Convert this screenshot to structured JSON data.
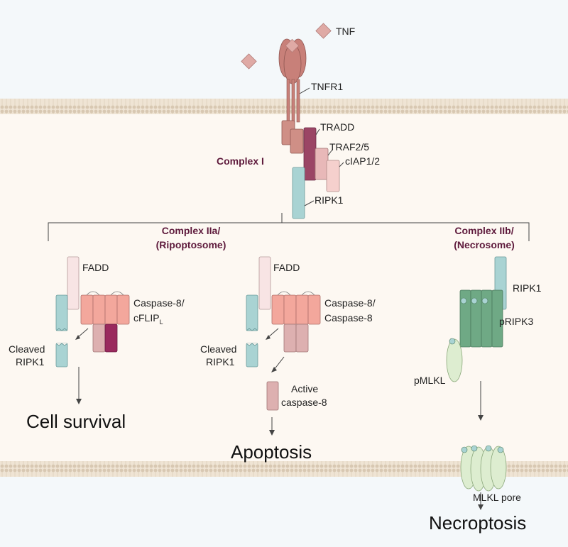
{
  "ligand": "TNF",
  "receptor": "TNFR1",
  "complex1": {
    "title": "Complex I",
    "components": [
      "TRADD",
      "TRAF2/5",
      "cIAP1/2",
      "RIPK1"
    ]
  },
  "complex2a_title": [
    "Complex IIa/",
    "(Ripoptosome)"
  ],
  "complex2b_title": [
    "Complex IIb/",
    "(Necrosome)"
  ],
  "survival_branch": {
    "fadd": "FADD",
    "caspase_label_1": "Caspase-8/",
    "caspase_label_2": "cFLIP",
    "caspase_label_sub": "L",
    "cleaved_1": "Cleaved",
    "cleaved_2": "RIPK1",
    "outcome": "Cell survival"
  },
  "apoptosis_branch": {
    "fadd": "FADD",
    "caspase_label_1": "Caspase-8/",
    "caspase_label_2": "Caspase-8",
    "cleaved_1": "Cleaved",
    "cleaved_2": "RIPK1",
    "active_1": "Active",
    "active_2": "caspase-8",
    "outcome": "Apoptosis"
  },
  "necroptosis_branch": {
    "ripk1": "RIPK1",
    "pripk3": "pRIPK3",
    "pmlkl": "pMLKL",
    "pore": "MLKL pore",
    "outcome": "Necroptosis"
  },
  "colors": {
    "membrane": "#efe4d4",
    "cytoplasm": "#fdf8f2",
    "extracellular": "#f1f6f8",
    "tnf": "#dfaaa5",
    "tnfr1": "#c88079",
    "tradd": "#cf8f86",
    "traf": "#9b4565",
    "ciap": "#e8b8b8",
    "ciap_light": "#f5d0cd",
    "ripk1": "#a9d3d3",
    "fadd": "#f8e4e4",
    "caspase8": "#f3a79c",
    "cflip": "#9a2a5e",
    "prodomain": "#ddb0b0",
    "ripk3": "#6fa985",
    "mlkl": "#ddedd0",
    "text_complex": "#5e1a3c"
  }
}
